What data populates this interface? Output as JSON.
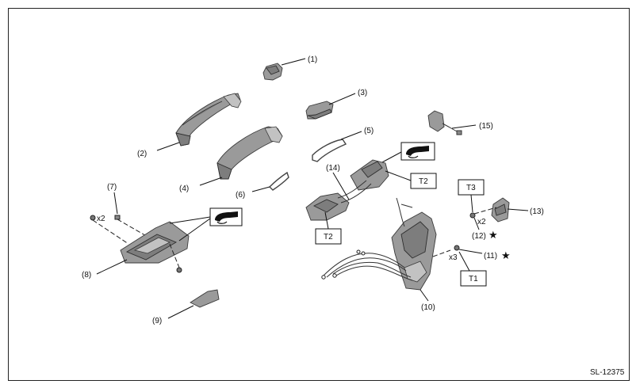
{
  "callouts": {
    "c1": "(1)",
    "c2": "(2)",
    "c3": "(3)",
    "c4": "(4)",
    "c5": "(5)",
    "c6": "(6)",
    "c7": "(7)",
    "c8": "(8)",
    "c9": "(9)",
    "c10": "(10)",
    "c11": "(11)",
    "c12": "(12)",
    "c13": "(13)",
    "c14": "(14)",
    "c15": "(15)"
  },
  "quantities": {
    "q7": "x2",
    "q11": "x3",
    "q12": "x2"
  },
  "torque_labels": {
    "t1": "T1",
    "t2_upper": "T2",
    "t2_lower": "T2",
    "t3": "T3"
  },
  "star_marks": {
    "s11": "★",
    "s12": "★"
  },
  "icons": [
    "grease-application-icon",
    "grease-application-icon"
  ],
  "figure_code": "SL-12375"
}
